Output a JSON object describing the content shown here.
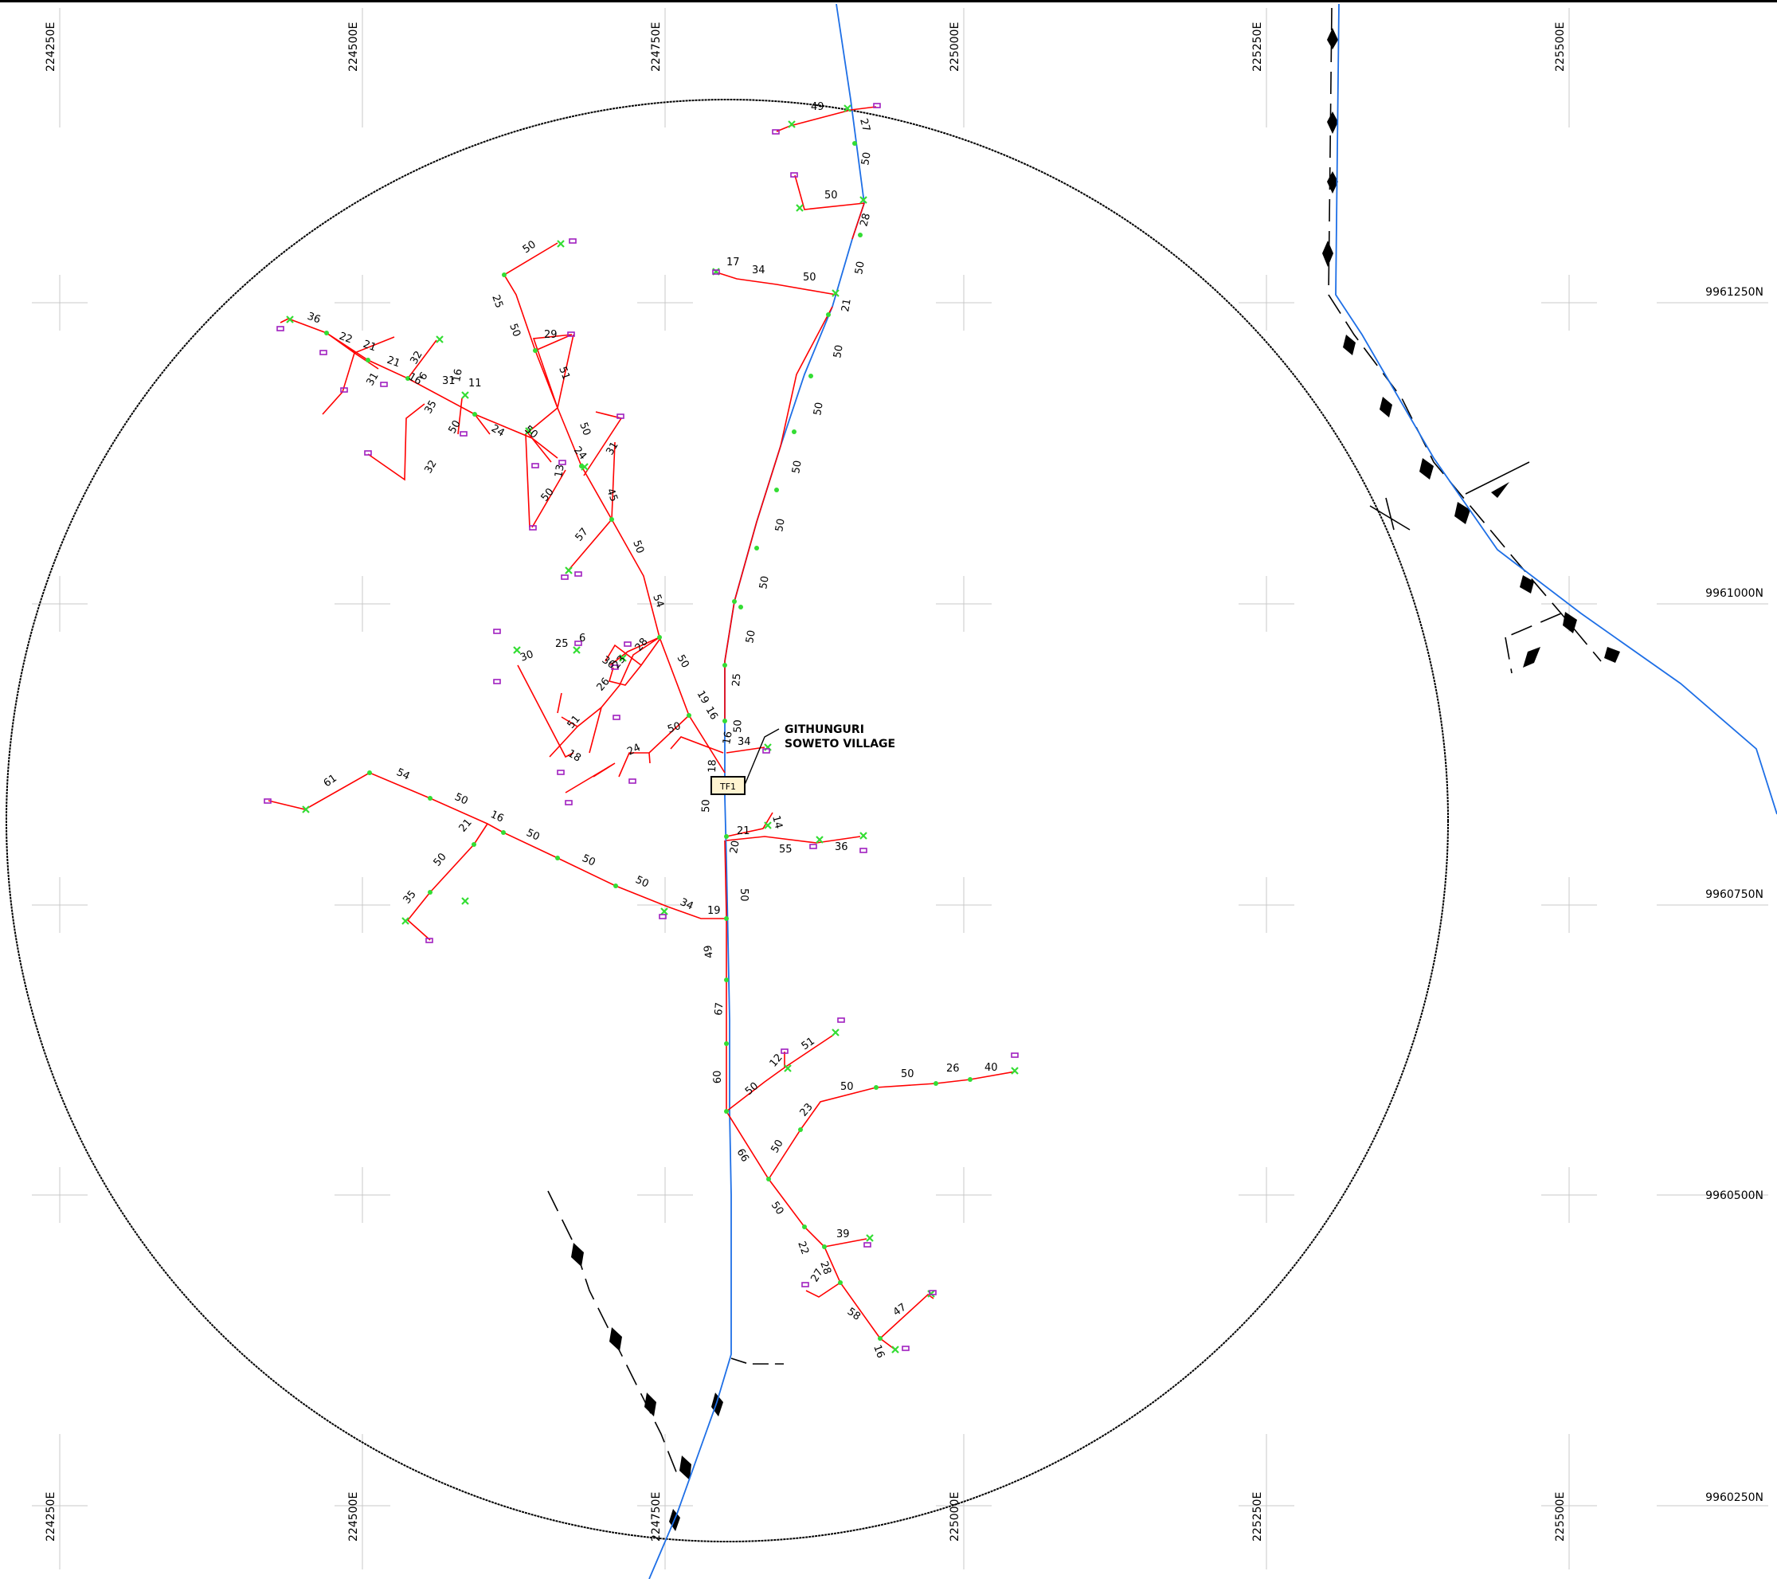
{
  "map": {
    "place_label": [
      "GITHUNGURI",
      "SOWETO VILLAGE"
    ],
    "transformer_label": "TF1",
    "colors": {
      "lv_line": "#ff0000",
      "mv_line": "#1e6fe6",
      "road": "#000000",
      "grid": "#c8c8c8",
      "pole": "#33dd33",
      "customer": "#a020c0"
    },
    "easting_labels": [
      "224250E",
      "224500E",
      "224750E",
      "225000E",
      "225250E",
      "225500E"
    ],
    "northing_labels": [
      "9961250N",
      "9961000N",
      "9960750N",
      "9960500N",
      "9960250N"
    ]
  }
}
